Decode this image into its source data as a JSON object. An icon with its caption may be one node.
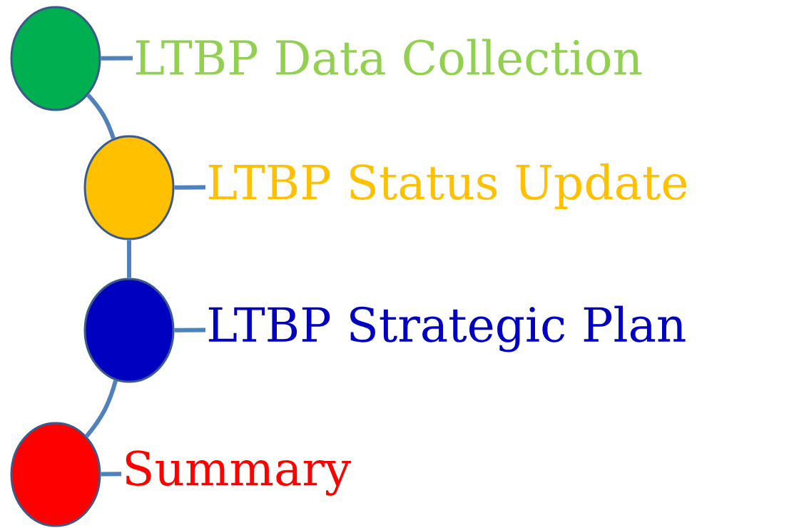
{
  "diagram": {
    "nodes": [
      {
        "text": [],
        "shape": "circle"
      },
      {
        "text": [
          "LTBP Data Collection"
        ]
      },
      {
        "text": [],
        "shape": "circle"
      },
      {
        "text": [
          "LTBP Status Update"
        ]
      },
      {
        "text": [],
        "shape": "circle"
      },
      {
        "text": [
          "LTBP Strategic Plan"
        ]
      },
      {
        "text": [],
        "shape": "circle"
      },
      {
        "text": [
          "Summary"
        ]
      }
    ],
    "edges": [
      {
        "from": 0,
        "to": 1,
        "arrow": "none"
      },
      {
        "from": 0,
        "to": 2,
        "arrow": "none"
      },
      {
        "from": 2,
        "to": 3,
        "arrow": "none"
      },
      {
        "from": 2,
        "to": 4,
        "arrow": "none"
      },
      {
        "from": 4,
        "to": 5,
        "arrow": "none"
      },
      {
        "from": 4,
        "to": 6,
        "arrow": "none"
      },
      {
        "from": 6,
        "to": 7,
        "arrow": "none"
      }
    ]
  }
}
